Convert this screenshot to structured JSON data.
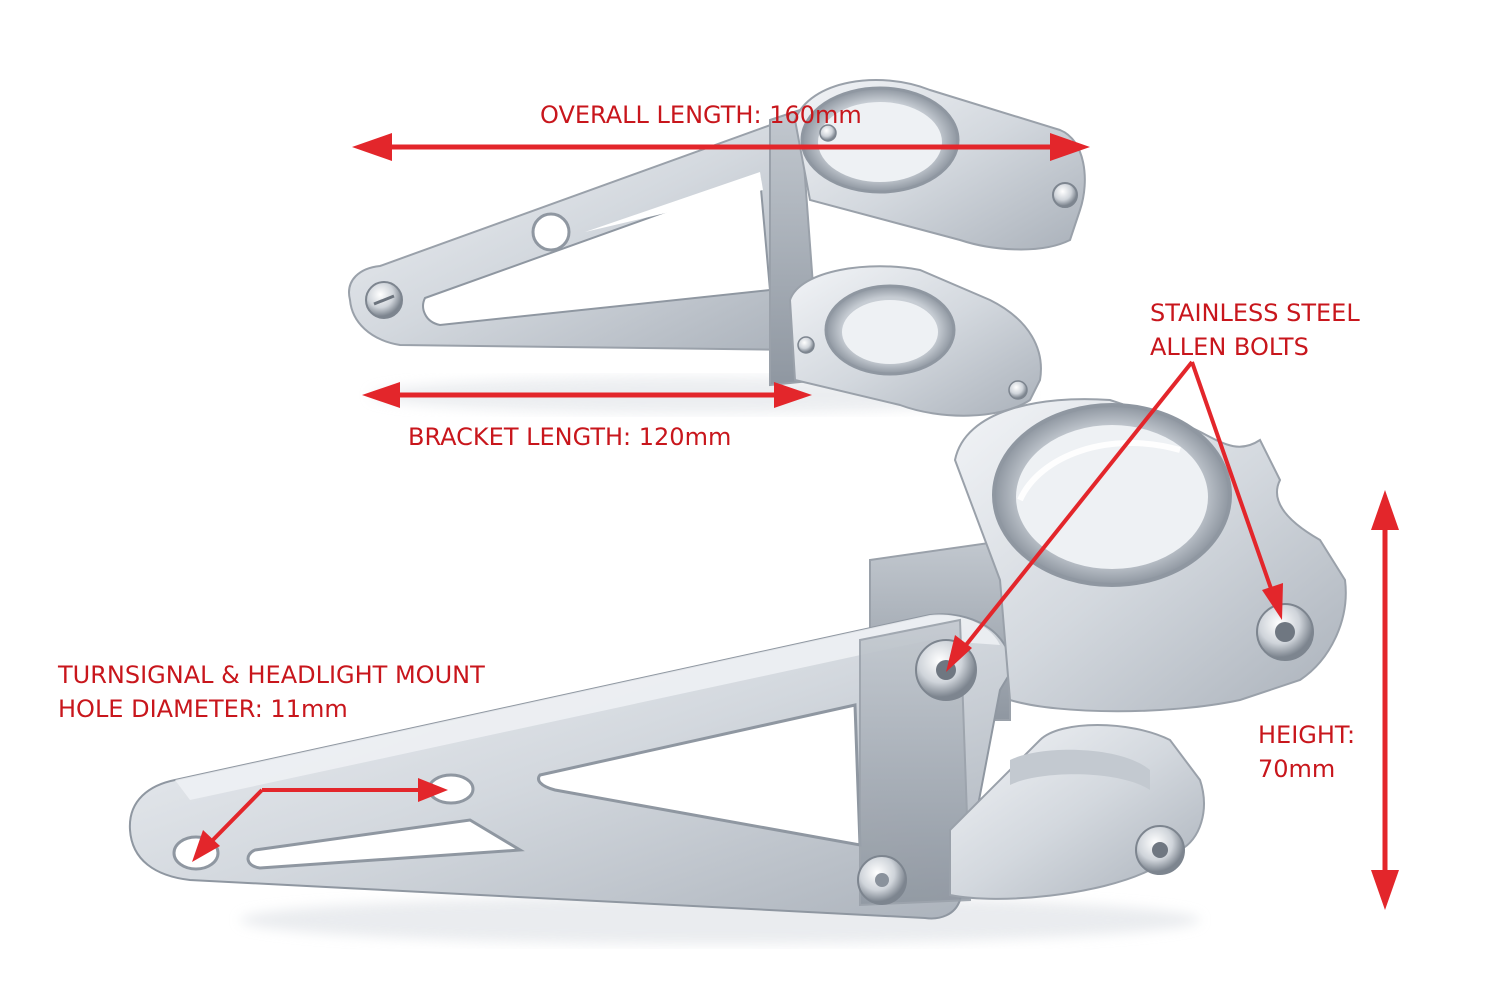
{
  "annotations": {
    "overall_length": "OVERALL LENGTH: 160mm",
    "bracket_length": "BRACKET LENGTH: 120mm",
    "bolts_line1": "STAINLESS STEEL",
    "bolts_line2": "ALLEN BOLTS",
    "mount_line1": "TURNSIGNAL & HEADLIGHT MOUNT",
    "mount_line2": "HOLE DIAMETER: 11mm",
    "height_line1": "HEIGHT:",
    "height_line2": "70mm"
  },
  "colors": {
    "annotation_red": "#c8161c",
    "aluminum_light": "#e4e8ed",
    "aluminum_mid": "#c9ced5",
    "aluminum_dark": "#9aa1aa",
    "background": "#ffffff"
  }
}
